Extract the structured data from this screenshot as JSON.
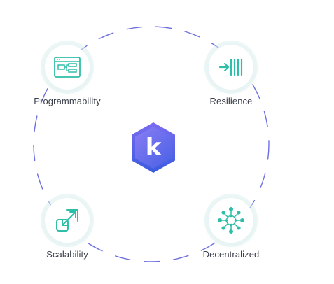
{
  "center": {
    "letter": "k"
  },
  "nodes": {
    "programmability": {
      "label": "Programmability",
      "icon": "flow-chart-icon"
    },
    "resilience": {
      "label": "Resilience",
      "icon": "arrow-into-bars-icon"
    },
    "scalability": {
      "label": "Scalability",
      "icon": "expand-arrows-icon"
    },
    "decentralized": {
      "label": "Decentralized",
      "icon": "network-nodes-icon"
    }
  },
  "colors": {
    "accent_teal": "#2fbfa8",
    "ring_dash": "#6b6fe0",
    "logo_top": "#7a6cf0",
    "logo_bottom": "#3b5be0",
    "label_text": "#3a3f4a"
  }
}
